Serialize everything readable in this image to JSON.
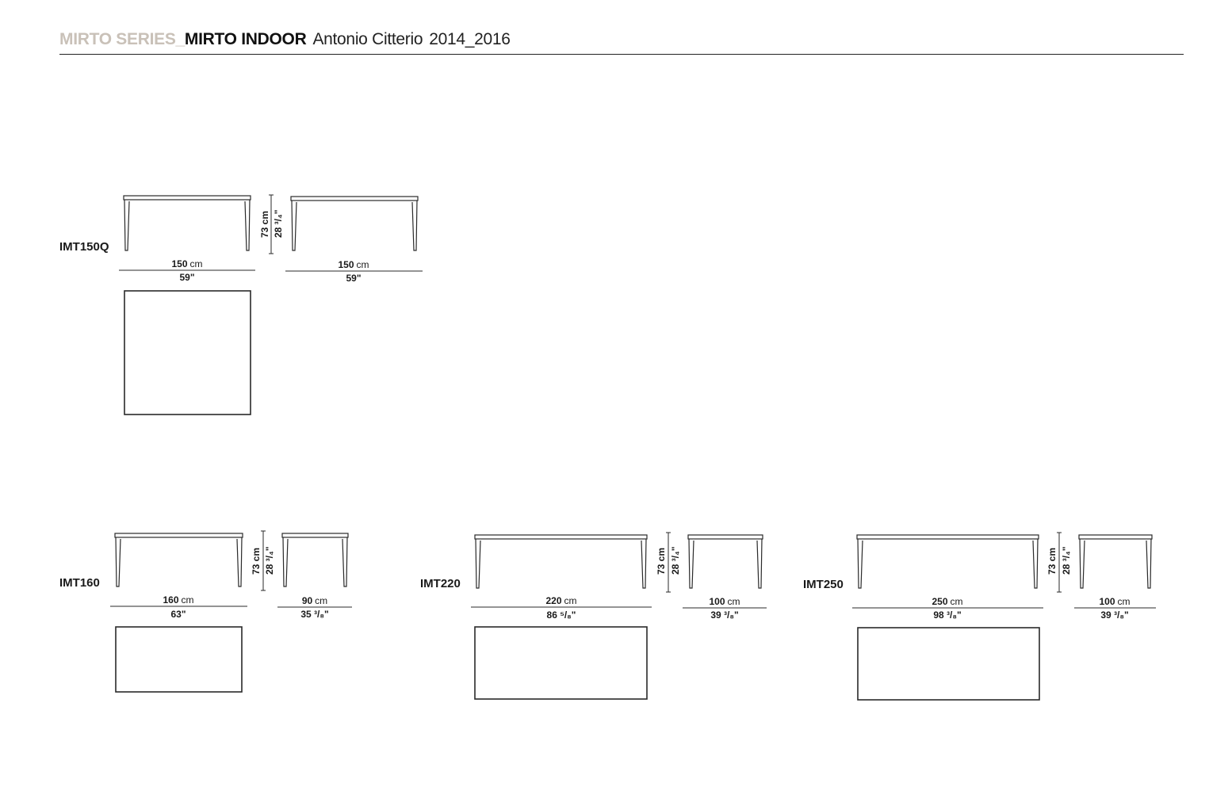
{
  "header": {
    "series": "MIRTO SERIES_",
    "name": "MIRTO INDOOR",
    "designer": "Antonio Citterio",
    "years": "2014_2016"
  },
  "models": [
    {
      "code": "IMT150Q",
      "front_cm_num": "150",
      "front_cm_unit": "cm",
      "front_in": "59\"",
      "side_cm_num": "150",
      "side_cm_unit": "cm",
      "side_in": "59\"",
      "height_cm": "73 cm",
      "height_in": "28 ³/₄\""
    },
    {
      "code": "IMT160",
      "front_cm_num": "160",
      "front_cm_unit": "cm",
      "front_in": "63\"",
      "side_cm_num": "90",
      "side_cm_unit": "cm",
      "side_in": "35 ³/₈\"",
      "height_cm": "73 cm",
      "height_in": "28 ³/₄\""
    },
    {
      "code": "IMT220",
      "front_cm_num": "220",
      "front_cm_unit": "cm",
      "front_in": "86 ⁵/₈\"",
      "side_cm_num": "100",
      "side_cm_unit": "cm",
      "side_in": "39 ³/₈\"",
      "height_cm": "73 cm",
      "height_in": "28 ³/₄\""
    },
    {
      "code": "IMT250",
      "front_cm_num": "250",
      "front_cm_unit": "cm",
      "front_in": "98 ³/₈\"",
      "side_cm_num": "100",
      "side_cm_unit": "cm",
      "side_in": "39 ³/₈\"",
      "height_cm": "73 cm",
      "height_in": "28 ³/₄\""
    }
  ]
}
